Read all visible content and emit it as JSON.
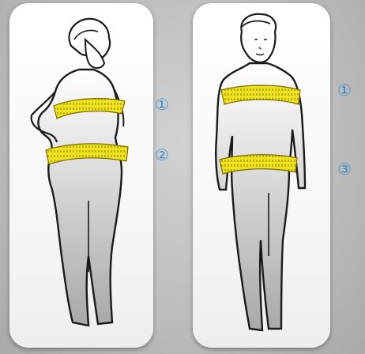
{
  "markers": {
    "left_top": "①",
    "left_bottom": "②",
    "right_top": "①",
    "right_bottom": "③"
  },
  "colors": {
    "tape": "#f0e21c",
    "tape_edge": "#7a6e00",
    "marker": "#3f8fc8",
    "outline": "#1b1b1b"
  },
  "figures": {
    "left": "female-figure",
    "right": "male-figure"
  }
}
